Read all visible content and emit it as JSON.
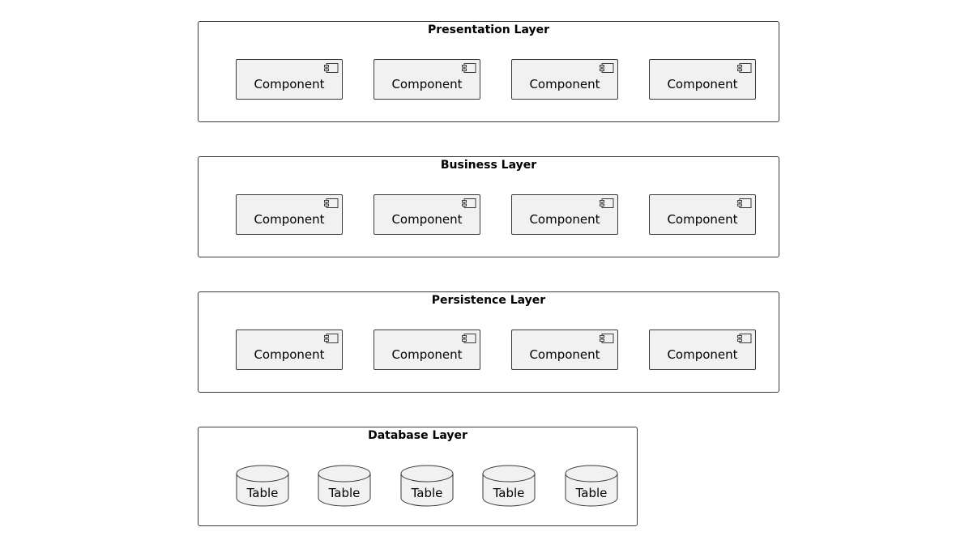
{
  "diagram": {
    "layers": [
      {
        "title": "Presentation Layer",
        "items": [
          "Component",
          "Component",
          "Component",
          "Component"
        ]
      },
      {
        "title": "Business Layer",
        "items": [
          "Component",
          "Component",
          "Component",
          "Component"
        ]
      },
      {
        "title": "Persistence Layer",
        "items": [
          "Component",
          "Component",
          "Component",
          "Component"
        ]
      },
      {
        "title": "Database Layer",
        "items": [
          "Table",
          "Table",
          "Table",
          "Table",
          "Table"
        ]
      }
    ],
    "icons": {
      "component": "component-icon",
      "table": "database-table-icon"
    },
    "colors": {
      "node_fill": "#f1f1f1",
      "border": "#3a3a3a"
    }
  }
}
